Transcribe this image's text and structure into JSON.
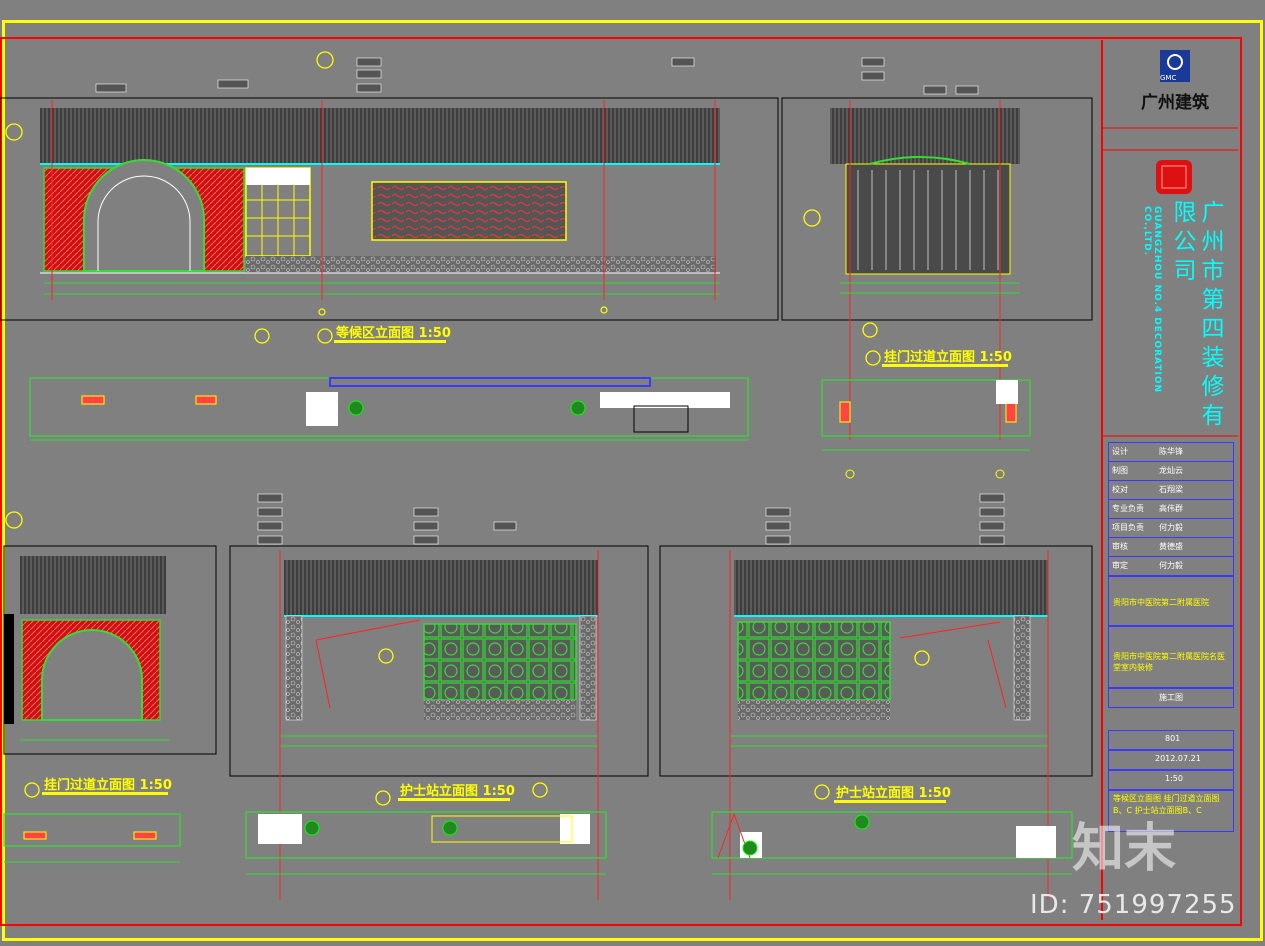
{
  "titles": {
    "t1": "等候区立面图 1:50",
    "t2": "挂门过道立面图 1:50",
    "t3": "挂门过道立面图 1:50",
    "t4": "护士站立面图 1:50",
    "t5": "护士站立面图 1:50"
  },
  "title_block": {
    "company_cn": "广州市第四装修有限公司",
    "company_en": "GUANGZHOU NO.4 DECORATION CO.,LTD.",
    "logo_text": "广州建筑",
    "logo_badge": "GMC",
    "rows": [
      {
        "label": "设计",
        "value": "陈华锋"
      },
      {
        "label": "制图",
        "value": "龙灿云"
      },
      {
        "label": "校对",
        "value": "石翔梁"
      },
      {
        "label": "专业负责",
        "value": "高伟群"
      },
      {
        "label": "项目负责",
        "value": "何力毅"
      },
      {
        "label": "审核",
        "value": "黄德盛"
      },
      {
        "label": "审定",
        "value": "何力毅"
      }
    ],
    "client": "贵阳市中医院第二附属医院",
    "project": "贵阳市中医院第二附属医院名医堂室内装修",
    "stage": "施工图",
    "drawing_no": "801",
    "date": "2012.07.21",
    "scale": "1:50",
    "drawing_title": "等候区立面图 挂门过道立面图B、C 护士站立面图B、C"
  },
  "watermarks": {
    "brand": "知末",
    "id_text": "ID: 751997255"
  },
  "colors": {
    "background": "#808080",
    "frame": "#ffff00",
    "border": "#ff0000",
    "accent": "#00ffff"
  }
}
